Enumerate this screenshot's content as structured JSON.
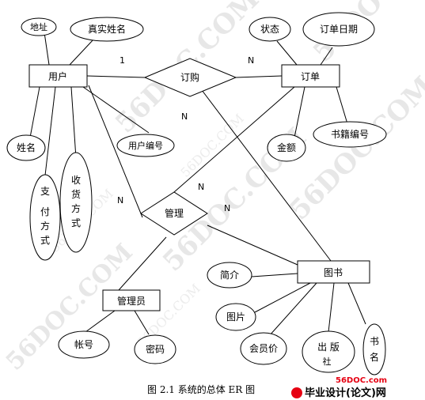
{
  "diagram": {
    "entities": {
      "user": "用户",
      "order": "订单",
      "book": "图书",
      "admin": "管理员"
    },
    "relationships": {
      "orders": "订购",
      "manages": "管理"
    },
    "attributes": {
      "address": "地址",
      "real_name": "真实姓名",
      "name": "姓名",
      "user_id": "用户编号",
      "payment_method": [
        "支",
        "付",
        "方",
        "式"
      ],
      "delivery_method": [
        "收",
        "货",
        "方",
        "式"
      ],
      "status": "状态",
      "order_date": "订单日期",
      "amount": "金额",
      "book_id": "书籍编号",
      "intro": "简介",
      "picture": "图片",
      "member_price": "会员价",
      "publisher": [
        "出  版",
        "社"
      ],
      "book_title": [
        "书",
        "名"
      ],
      "account": "帐号",
      "password": "密码"
    },
    "cardinalities": {
      "user_orders": "1",
      "orders_order": "N",
      "user_book_orders": "N",
      "user_manages": "N",
      "manages_order": "N",
      "manages_book": "N"
    }
  },
  "caption": "图 2.1 系统的总体 ER 图",
  "watermark": {
    "big": "56DOC.COM",
    "small": "56DOC.COM"
  },
  "logo": {
    "url": "56DOC.com",
    "text": "毕业设计(论文)网"
  }
}
